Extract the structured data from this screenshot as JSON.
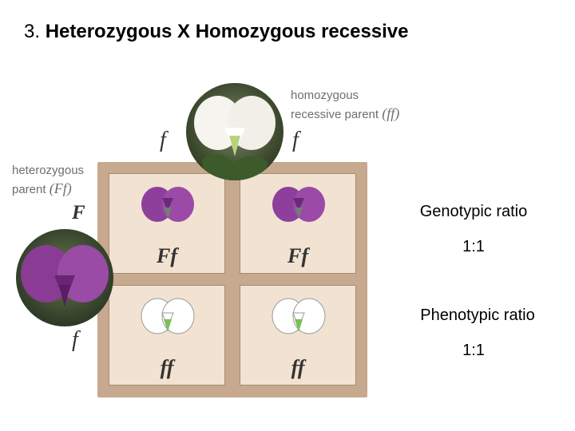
{
  "title": {
    "number": "3.",
    "text": "Heterozygous X Homozygous recessive"
  },
  "recessive_parent": {
    "caption_line1": "homozygous",
    "caption_line2": "recessive parent",
    "genotype": "(ff)",
    "allele_left": "f",
    "allele_right": "f"
  },
  "heterozygous_parent": {
    "caption_line1": "heterozygous",
    "caption_line2": "parent",
    "genotype": "(Ff)",
    "allele_top": "F",
    "allele_bottom": "f"
  },
  "punnett": {
    "cells": [
      {
        "genotype": "Ff",
        "flower": "purple"
      },
      {
        "genotype": "Ff",
        "flower": "purple"
      },
      {
        "genotype": "ff",
        "flower": "white"
      },
      {
        "genotype": "ff",
        "flower": "white"
      }
    ]
  },
  "ratios": {
    "genotypic_label": "Genotypic ratio",
    "genotypic_value": "1:1",
    "phenotypic_label": "Phenotypic ratio",
    "phenotypic_value": "1:1"
  },
  "colors": {
    "purple_flower": "#8e3f9c",
    "white_flower": "#ffffff",
    "board": "#c6a98e",
    "cell": "#f1e2d2"
  }
}
